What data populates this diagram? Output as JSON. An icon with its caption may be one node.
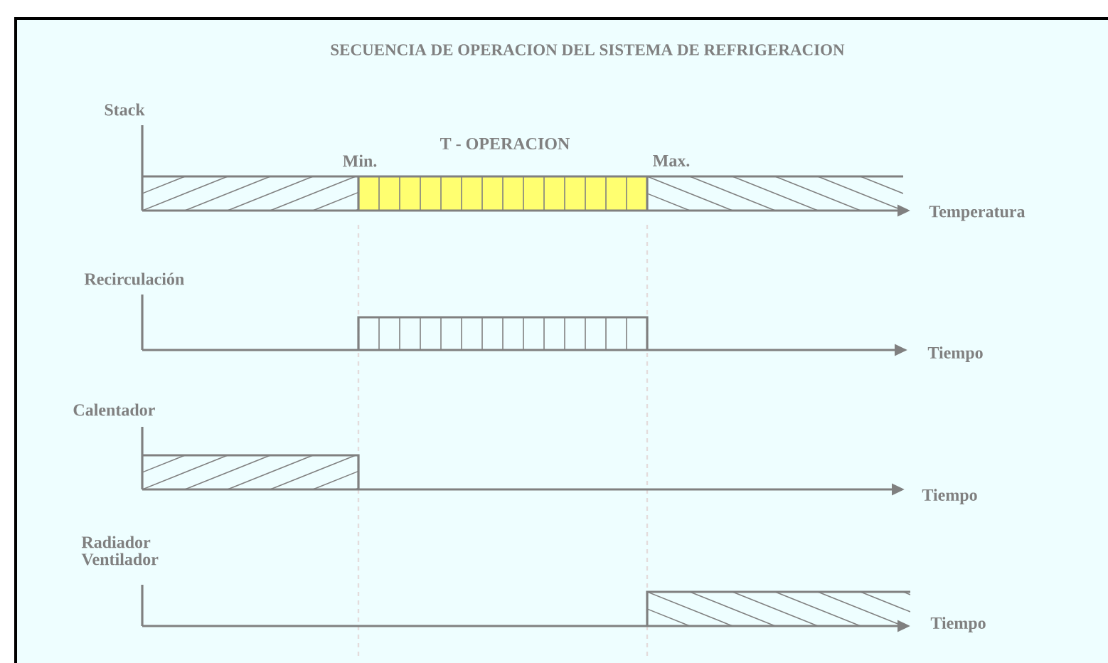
{
  "diagram": {
    "title": "SECUENCIA DE OPERACION DEL SISTEMA DE REFRIGERACION",
    "labels": [
      "Stack",
      "T - OPERACION",
      "Min.",
      "Max.",
      "Temperatura",
      "Recirculación",
      "Tiempo",
      "Calentador",
      "Tiempo",
      "Radiador Ventilador",
      "Tiempo"
    ]
  }
}
